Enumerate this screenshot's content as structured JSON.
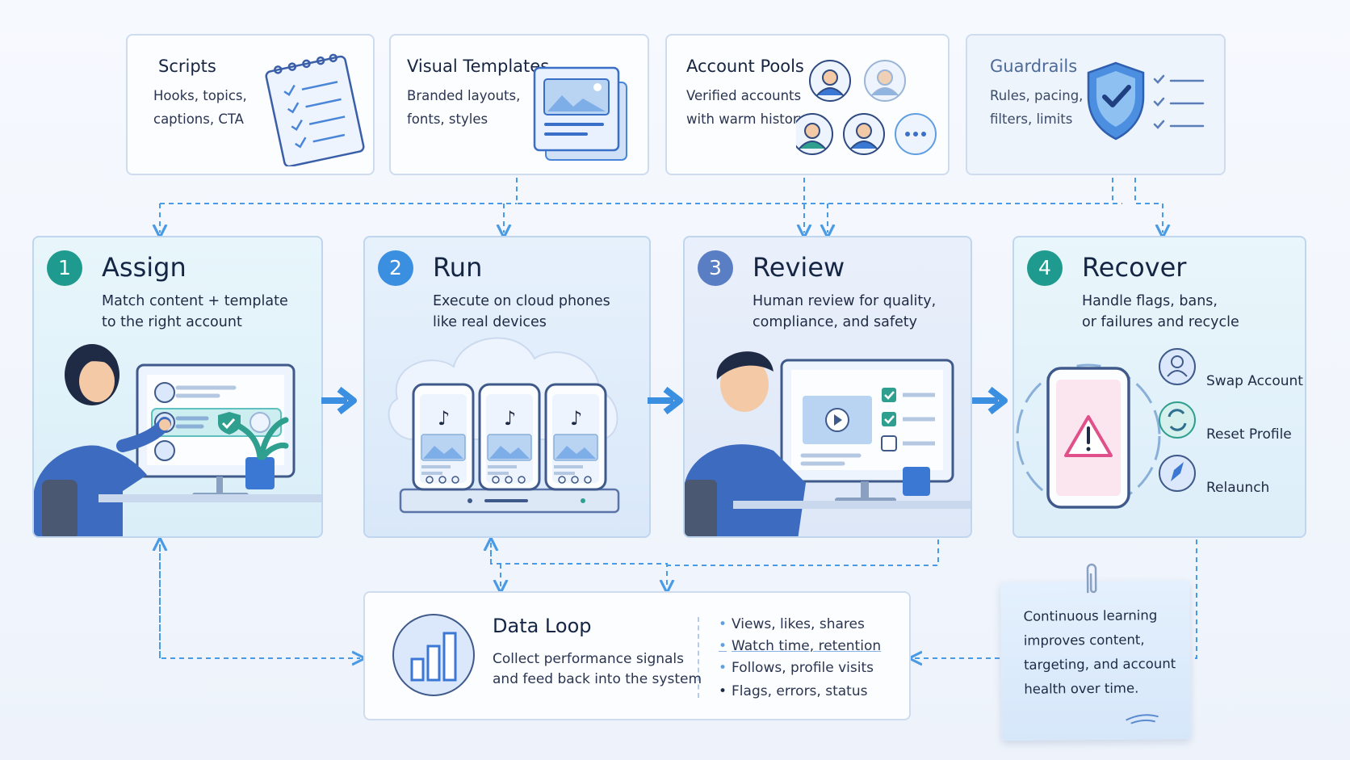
{
  "sources": [
    {
      "title": "Scripts",
      "desc": "Hooks, topics,\ncaptions, CTA",
      "icon": "notepad-checklist-icon"
    },
    {
      "title": "Visual Templates",
      "desc": "Branded layouts,\nfonts, styles",
      "icon": "template-stack-icon"
    },
    {
      "title": "Account Pools",
      "desc": "Verified accounts\nwith warm history",
      "icon": "avatar-group-icon"
    },
    {
      "title": "Guardrails",
      "desc": "Rules, pacing,\nfilters, limits",
      "icon": "shield-check-icon"
    }
  ],
  "stages": [
    {
      "number": "1",
      "title": "Assign",
      "desc": "Match content + template\nto the right account",
      "color": "#1f9a8e"
    },
    {
      "number": "2",
      "title": "Run",
      "desc": "Execute on cloud phones\nlike real devices",
      "color": "#3b8fe0"
    },
    {
      "number": "3",
      "title": "Review",
      "desc": "Human review for quality,\ncompliance, and safety",
      "color": "#5a7ec4"
    },
    {
      "number": "4",
      "title": "Recover",
      "desc": "Handle flags, bans,\nor failures and recycle",
      "color": "#1f9a8e"
    }
  ],
  "recover_actions": [
    "Swap Account",
    "Reset Profile",
    "Relaunch"
  ],
  "data_loop": {
    "title": "Data Loop",
    "desc": "Collect performance signals\nand feed back into the system",
    "signals": [
      "Views, likes, shares",
      "Watch time, retention",
      "Follows, profile visits",
      "Flags, errors, status"
    ]
  },
  "note": "Continuous learning\nimproves content,\ntargeting, and account\nhealth over time.",
  "colors": {
    "accent": "#3b8fe0",
    "teal": "#1f9a8e",
    "border": "#cfdcf0",
    "dashed": "#4a9be6"
  }
}
